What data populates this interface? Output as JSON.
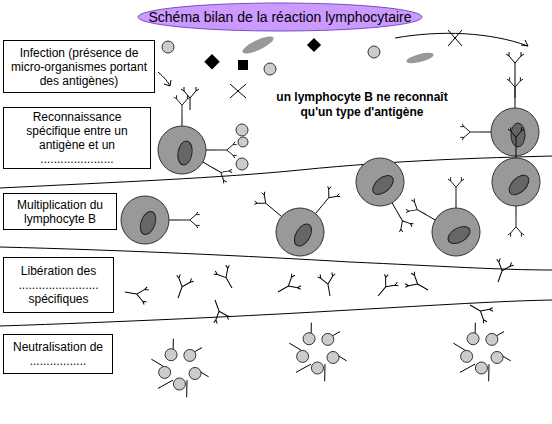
{
  "diagram": {
    "title": "Schéma bilan de la réaction lymphocytaire",
    "nodes": [
      {
        "text": [
          "Infection (présence de micro-organismes portant des antigènes)"
        ]
      },
      {
        "text": [
          "Reconnaissance spécifique entre un antigène et un ......................"
        ]
      },
      {
        "text": [
          "Multiplication du lymphocyte B"
        ]
      },
      {
        "text": [
          "Libération des ........................ spécifiques"
        ]
      },
      {
        "text": [
          "Neutralisation de ................."
        ]
      }
    ],
    "labels": [
      "un lymphocyte B ne reconnaît qu'un type d'antigène"
    ]
  }
}
